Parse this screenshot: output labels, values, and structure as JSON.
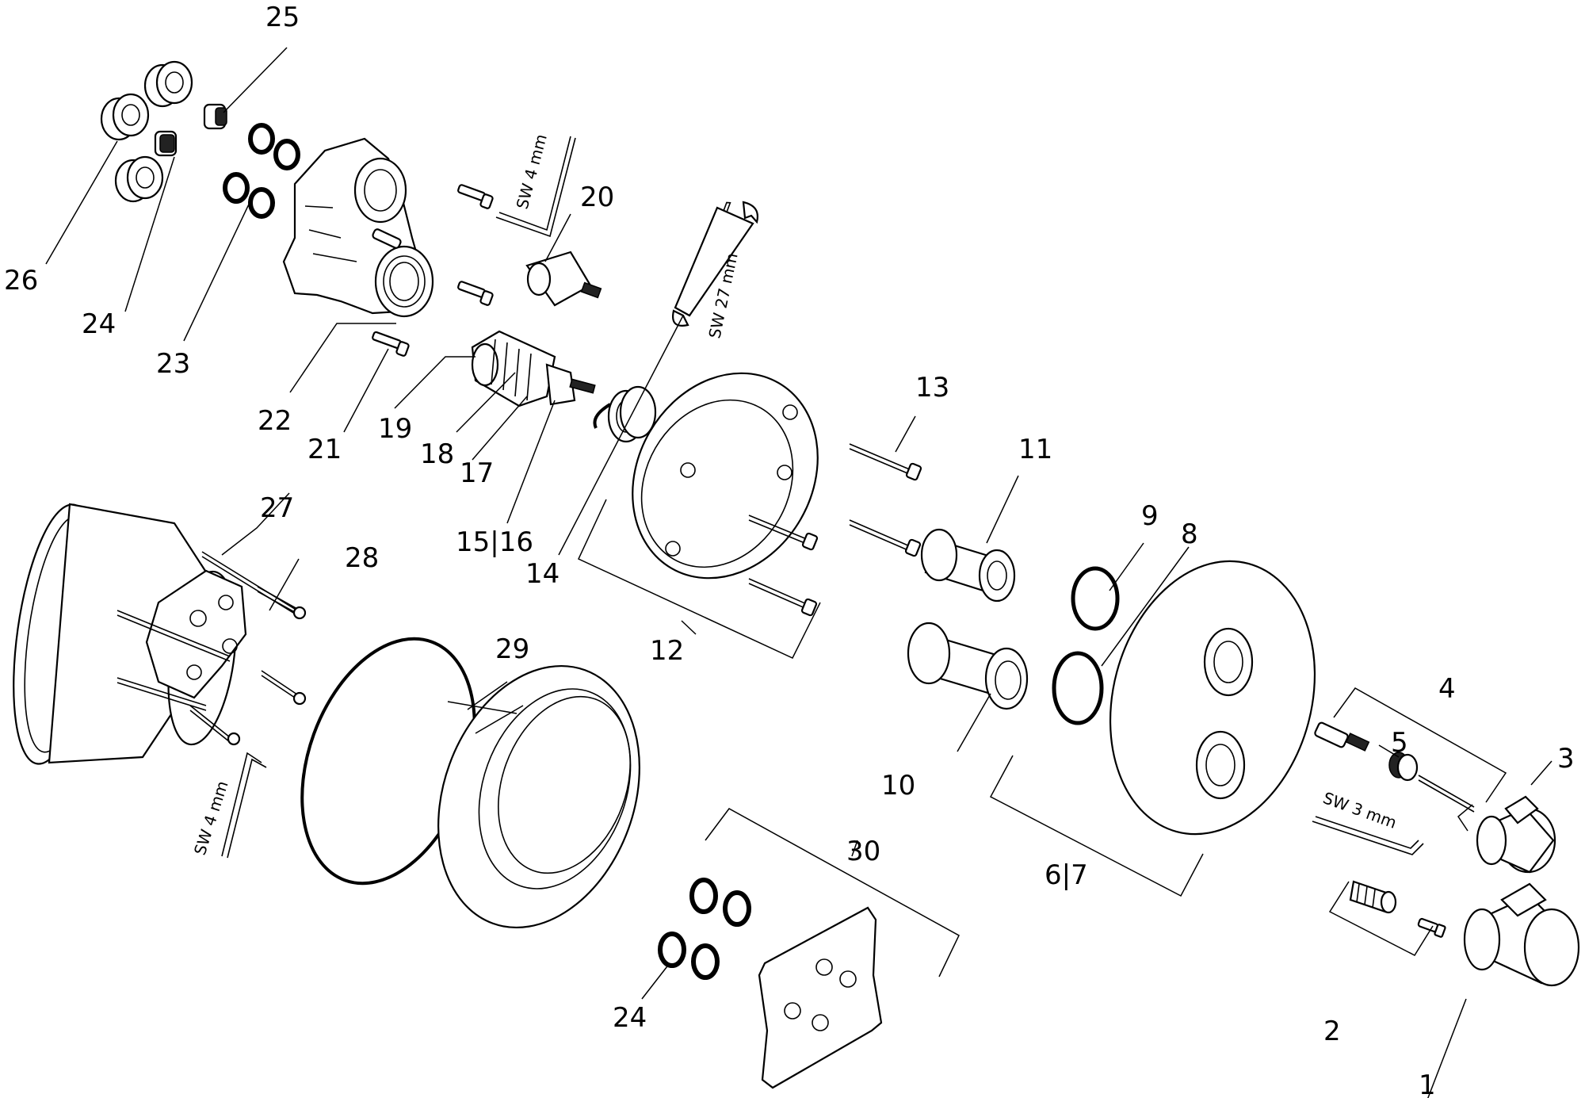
{
  "labels": {
    "p1": "1",
    "p2": "2",
    "p3": "3",
    "p4": "4",
    "p5": "5",
    "p6_7": "6|7",
    "p8": "8",
    "p9": "9",
    "p10": "10",
    "p11": "11",
    "p12": "12",
    "p13": "13",
    "p14": "14",
    "p15_16": "15|16",
    "p17": "17",
    "p18": "18",
    "p19": "19",
    "p20": "20",
    "p21": "21",
    "p22": "22",
    "p23": "23",
    "p24_top": "24",
    "p24_bottom": "24",
    "p25": "25",
    "p26": "26",
    "p27": "27",
    "p28": "28",
    "p29": "29",
    "p30": "30"
  },
  "tools": {
    "sw4_top": "SW 4 mm",
    "sw27": "SW 27 mm",
    "sw4_left": "SW 4 mm",
    "sw3": "SW 3 mm"
  }
}
